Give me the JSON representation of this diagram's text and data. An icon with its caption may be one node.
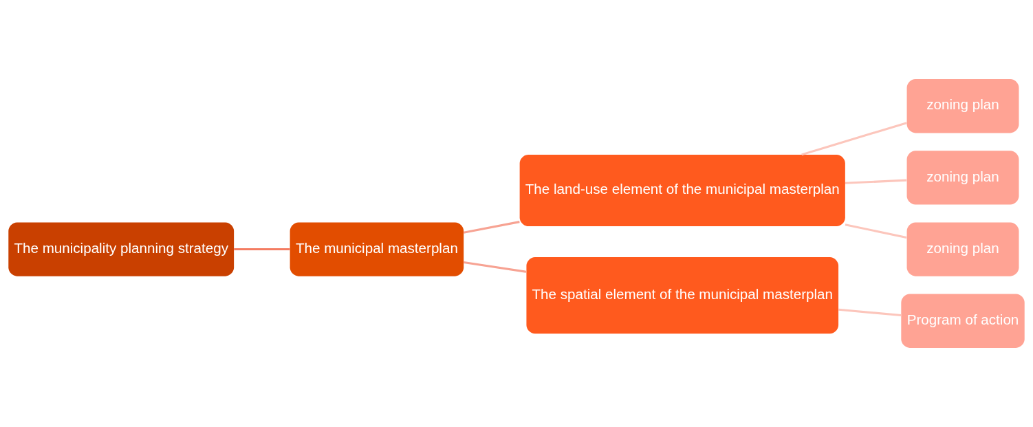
{
  "diagram": {
    "nodes": [
      {
        "text": [
          "The municipality planning strategy"
        ]
      },
      {
        "text": [
          "The municipal masterplan"
        ]
      },
      {
        "text": [
          "The land-use element of the municipal masterplan"
        ]
      },
      {
        "text": [
          "The spatial element of the municipal masterplan"
        ]
      },
      {
        "text": [
          "zoning plan"
        ]
      },
      {
        "text": [
          "zoning plan"
        ]
      },
      {
        "text": [
          "zoning plan"
        ]
      },
      {
        "text": [
          "Program of action"
        ]
      }
    ],
    "edges": [
      {
        "from": 0,
        "to": 1,
        "arrow": "none",
        "color": "#f47c62"
      },
      {
        "from": 1,
        "to": 2,
        "arrow": "none",
        "color": "#f7a393"
      },
      {
        "from": 1,
        "to": 3,
        "arrow": "none",
        "color": "#f7a393"
      },
      {
        "from": 2,
        "to": 4,
        "arrow": "none"
      },
      {
        "from": 2,
        "to": 5,
        "arrow": "none"
      },
      {
        "from": 2,
        "to": 6,
        "arrow": "none"
      },
      {
        "from": 3,
        "to": 7,
        "arrow": "none"
      }
    ]
  }
}
